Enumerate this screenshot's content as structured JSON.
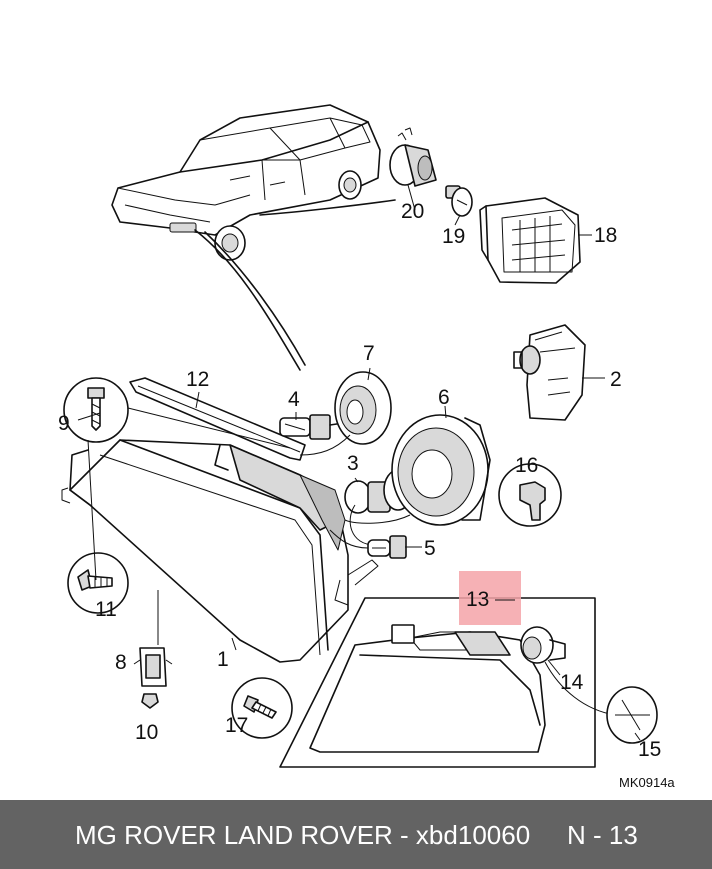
{
  "callouts": [
    {
      "id": "c1",
      "label": "1"
    },
    {
      "id": "c2",
      "label": "2"
    },
    {
      "id": "c3",
      "label": "3"
    },
    {
      "id": "c4",
      "label": "4"
    },
    {
      "id": "c5",
      "label": "5"
    },
    {
      "id": "c6",
      "label": "6"
    },
    {
      "id": "c7",
      "label": "7"
    },
    {
      "id": "c8",
      "label": "8"
    },
    {
      "id": "c9",
      "label": "9"
    },
    {
      "id": "c10",
      "label": "10"
    },
    {
      "id": "c11",
      "label": "11"
    },
    {
      "id": "c12",
      "label": "12"
    },
    {
      "id": "c13",
      "label": "13"
    },
    {
      "id": "c14",
      "label": "14"
    },
    {
      "id": "c15",
      "label": "15"
    },
    {
      "id": "c16",
      "label": "16"
    },
    {
      "id": "c17",
      "label": "17"
    },
    {
      "id": "c18",
      "label": "18"
    },
    {
      "id": "c19",
      "label": "19"
    },
    {
      "id": "c20",
      "label": "20"
    }
  ],
  "figure_ref": "MK0914a",
  "highlight_color": "#f4a3a8",
  "footer": {
    "brand_text": "MG ROVER LAND ROVER - xbd10060",
    "page_text": "N - 13",
    "background": "#636363"
  }
}
